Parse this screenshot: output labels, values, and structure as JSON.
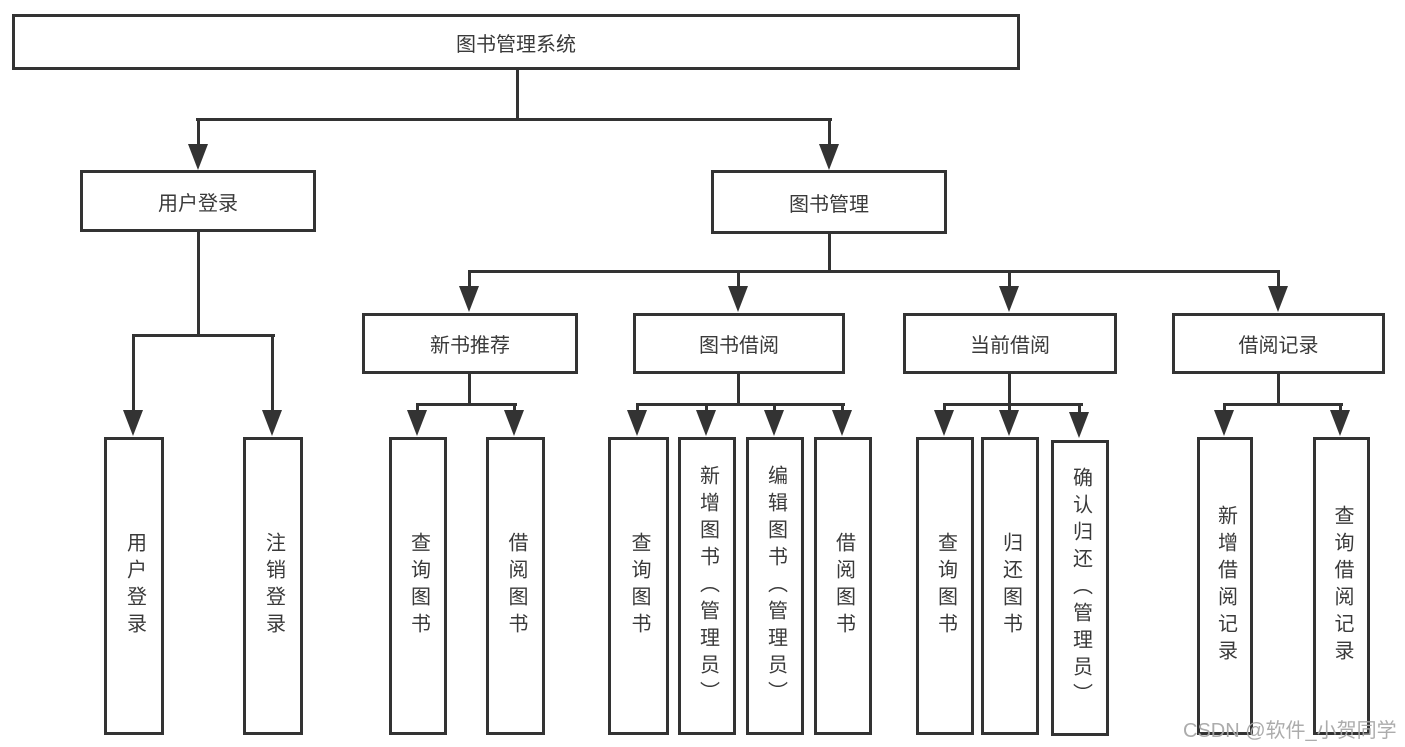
{
  "diagram_title": "图书管理系统",
  "nodes": {
    "root": "图书管理系统",
    "user_login": "用户登录",
    "book_management": "图书管理",
    "new_book_recommend": "新书推荐",
    "book_borrowing": "图书借阅",
    "current_borrowing": "当前借阅",
    "borrowing_records": "借阅记录",
    "leaves": {
      "user_login_leaf": "用户登录",
      "logout": "注销登录",
      "nb_query_books": "查询图书",
      "nb_borrow_books": "借阅图书",
      "bb_query_books": "查询图书",
      "bb_add_books": "新增图书（管理员）",
      "bb_edit_books": "编辑图书（管理员）",
      "bb_borrow_books": "借阅图书",
      "cb_query_books": "查询图书",
      "cb_return_books": "归还图书",
      "cb_confirm_return": "确认归还（管理员）",
      "br_add_record": "新增借阅记录",
      "br_query_record": "查询借阅记录"
    }
  },
  "edges": [
    {
      "from": "root",
      "to": [
        "user_login",
        "book_management"
      ]
    },
    {
      "from": "user_login",
      "to": [
        "user_login_leaf",
        "logout"
      ]
    },
    {
      "from": "book_management",
      "to": [
        "new_book_recommend",
        "book_borrowing",
        "current_borrowing",
        "borrowing_records"
      ]
    },
    {
      "from": "new_book_recommend",
      "to": [
        "nb_query_books",
        "nb_borrow_books"
      ]
    },
    {
      "from": "book_borrowing",
      "to": [
        "bb_query_books",
        "bb_add_books",
        "bb_edit_books",
        "bb_borrow_books"
      ]
    },
    {
      "from": "current_borrowing",
      "to": [
        "cb_query_books",
        "cb_return_books",
        "cb_confirm_return"
      ]
    },
    {
      "from": "borrowing_records",
      "to": [
        "br_add_record",
        "br_query_record"
      ]
    }
  ],
  "watermark": "CSDN @软件_小贺同学",
  "colors": {
    "line": "#333333",
    "box_border": "#333333",
    "box_fill": "#ffffff",
    "text": "#3a3a3a",
    "watermark": "#a8a8a8",
    "background": "#ffffff"
  }
}
